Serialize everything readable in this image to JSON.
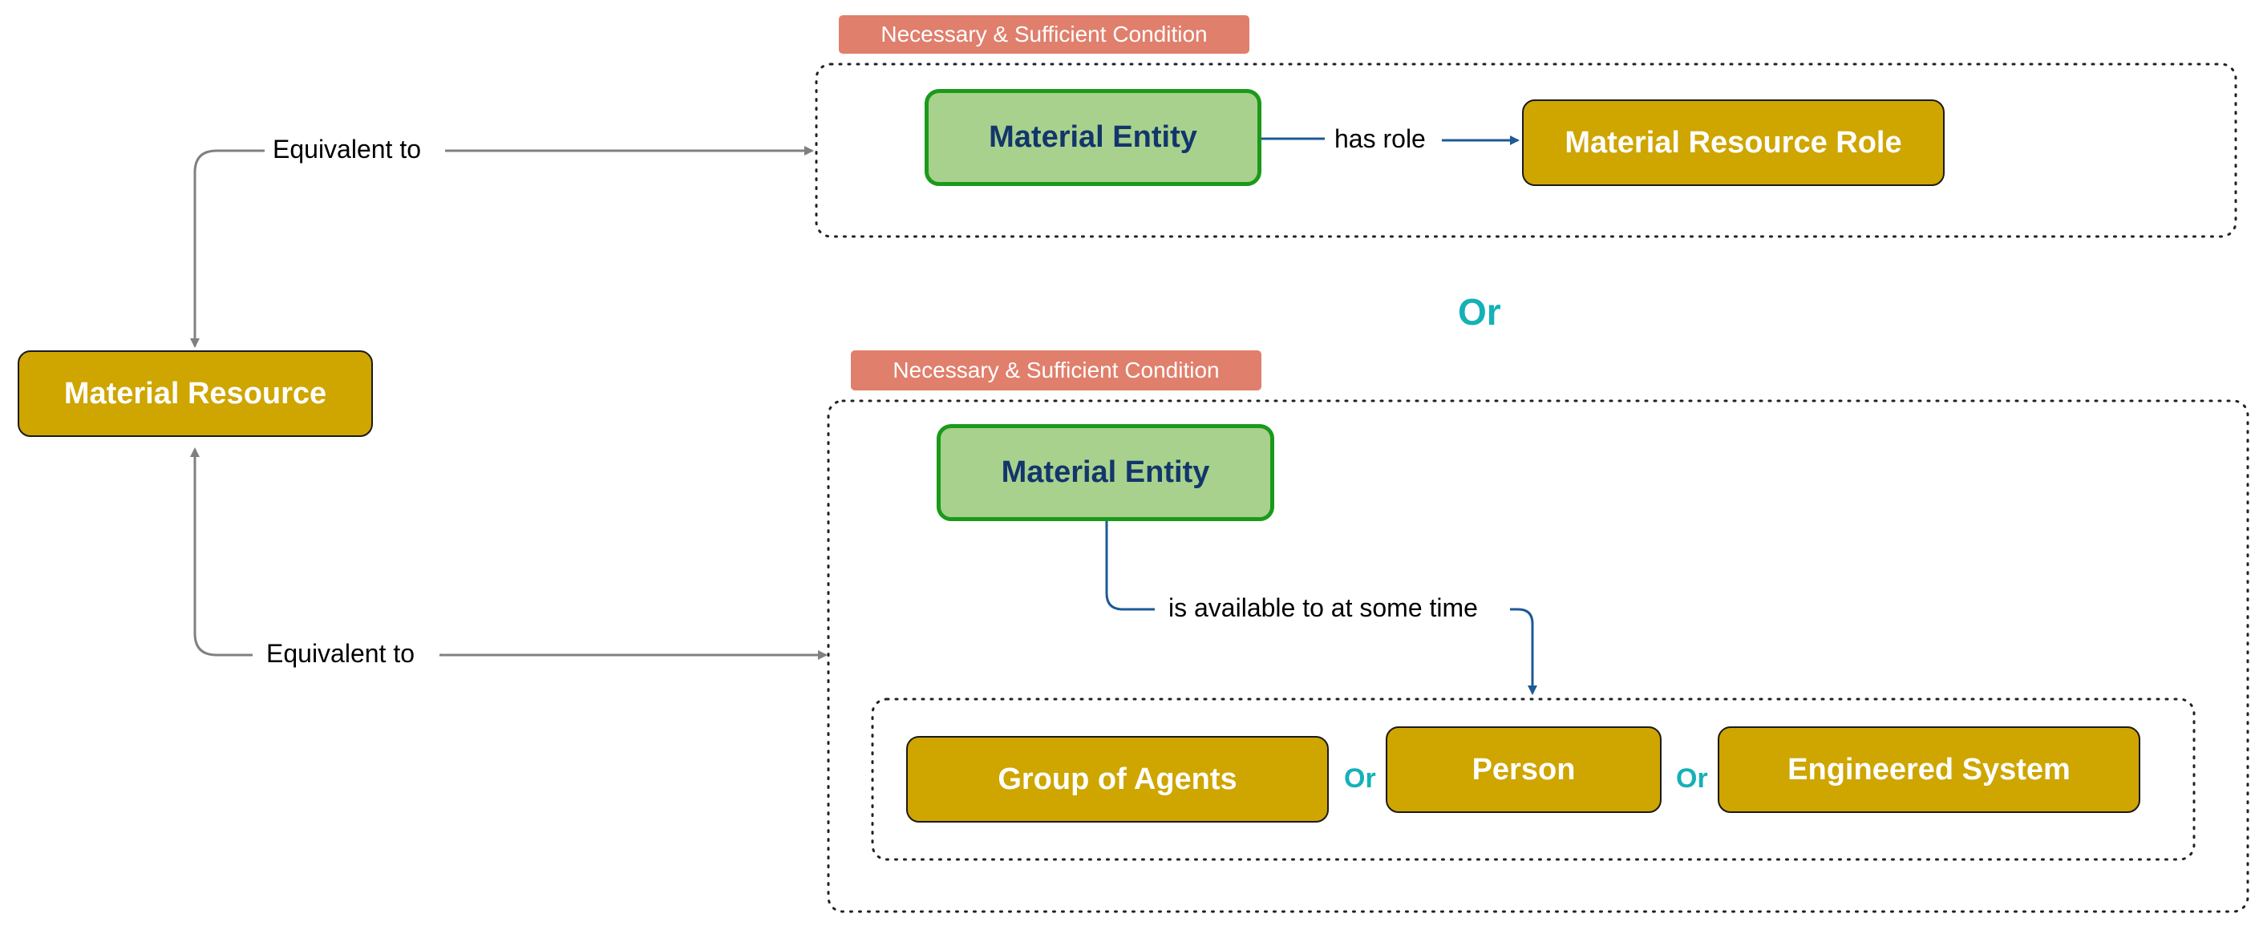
{
  "diagram": {
    "subject": "Material Resource",
    "edge_label": "Equivalent to",
    "operator": "Or",
    "colors": {
      "class_node": "#cfa500",
      "entity_node": "#a8d18d",
      "entity_border": "#1a9a1a",
      "condition_tag": "#e07f6c",
      "operator": "#14b1b8",
      "relation": "#1d5a96",
      "equivalence": "#808080"
    },
    "condition_1": {
      "tag": "Necessary & Sufficient Condition",
      "entity": "Material Entity",
      "relation": "has role",
      "target": "Material Resource Role"
    },
    "condition_2": {
      "tag": "Necessary & Sufficient Condition",
      "entity": "Material Entity",
      "relation": "is available to at some time",
      "targets": [
        "Group of Agents",
        "Person",
        "Engineered System"
      ]
    }
  }
}
